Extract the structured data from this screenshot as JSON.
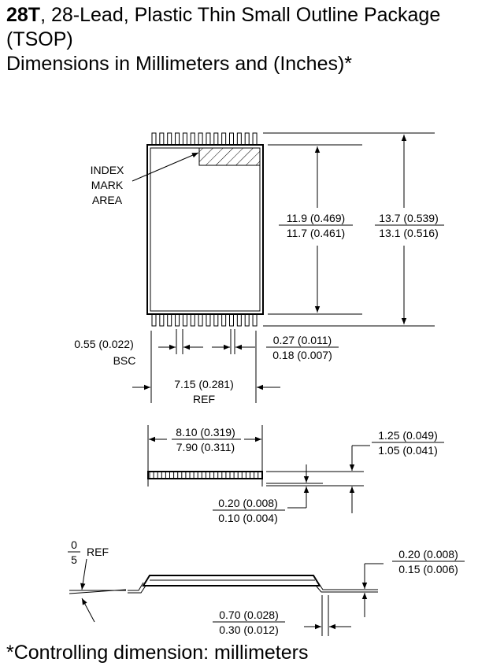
{
  "header": {
    "part_code": "28T",
    "title_rest": ", 28-Lead, Plastic Thin Small Outline Package",
    "title_line2": "(TSOP)",
    "subtitle": "Dimensions in Millimeters and (Inches)*"
  },
  "index_mark": {
    "line1": "INDEX",
    "line2": "MARK",
    "line3": "AREA"
  },
  "dims": {
    "body_length": {
      "max": "11.9 (0.469)",
      "min": "11.7 (0.461)"
    },
    "overall_length": {
      "max": "13.7 (0.539)",
      "min": "13.1 (0.516)"
    },
    "lead_pitch": {
      "value": "0.55 (0.022)",
      "note": "BSC"
    },
    "lead_width": {
      "max": "0.27 (0.011)",
      "min": "0.18 (0.007)"
    },
    "lead_span": {
      "value": "7.15 (0.281)",
      "note": "REF"
    },
    "body_width": {
      "max": "8.10 (0.319)",
      "min": "7.90 (0.311)"
    },
    "package_height": {
      "max": "1.25 (0.049)",
      "min": "1.05 (0.041)"
    },
    "standoff": {
      "max": "0.20 (0.008)",
      "min": "0.10 (0.004)"
    },
    "lead_angle": {
      "top": "0",
      "bottom": "5",
      "note": "REF"
    },
    "lead_thickness": {
      "max": "0.20 (0.008)",
      "min": "0.15 (0.006)"
    },
    "foot_length": {
      "max": "0.70 (0.028)",
      "min": "0.30 (0.012)"
    }
  },
  "footnote": "*Controlling dimension: millimeters"
}
